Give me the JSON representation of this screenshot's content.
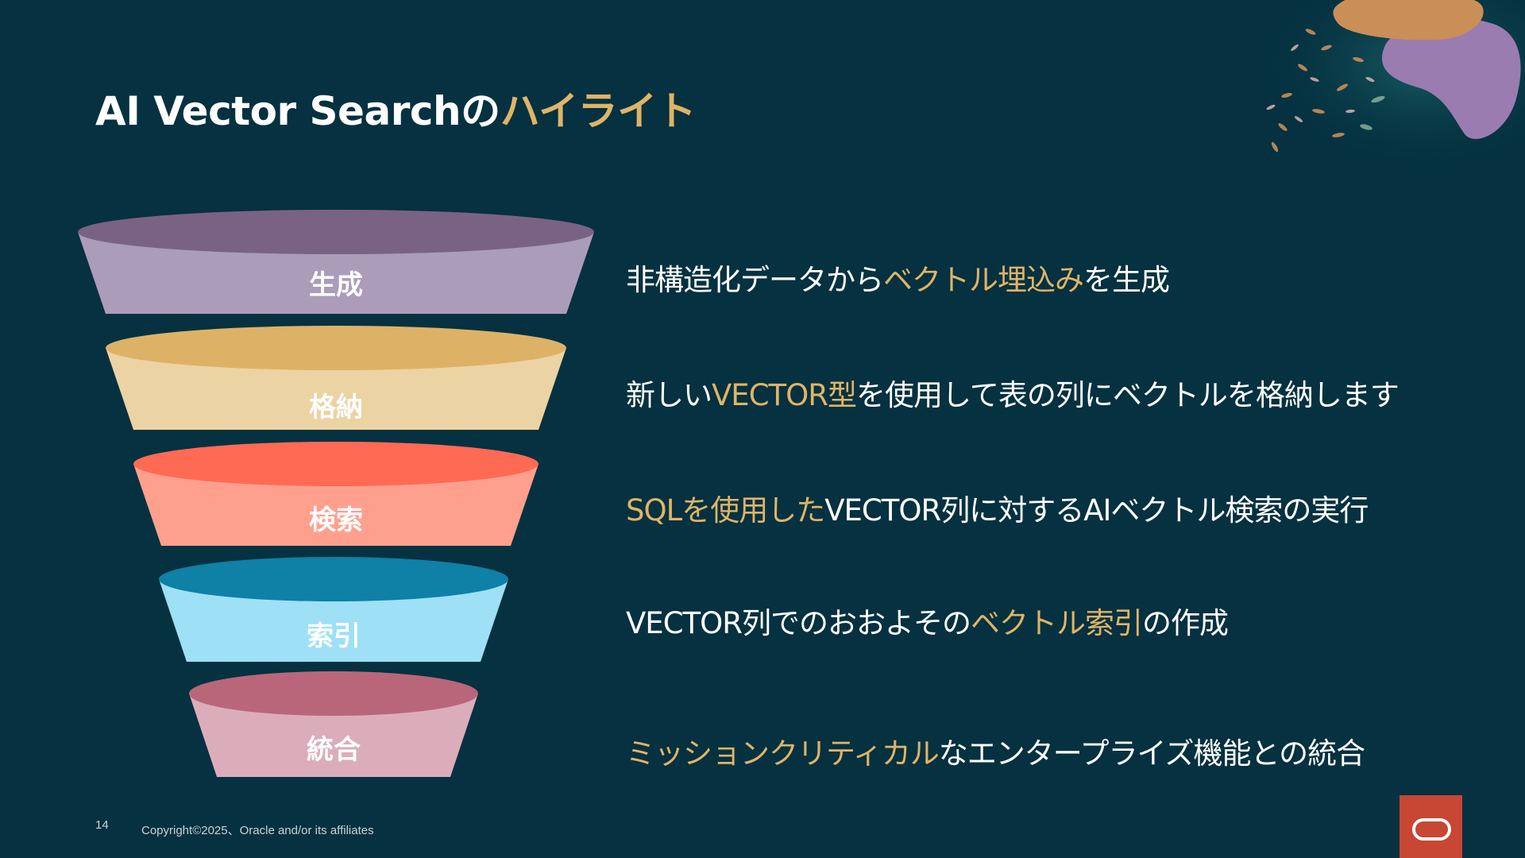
{
  "title": {
    "main": "AI Vector Search",
    "particle": "の",
    "highlight": "ハイライト"
  },
  "funnel_steps": [
    {
      "label": "生成",
      "color_top": "#7a6285",
      "color_body": "#ab9cb9"
    },
    {
      "label": "格納",
      "color_top": "#ddb267",
      "color_body": "#ecd3a3"
    },
    {
      "label": "検索",
      "color_top": "#ff6a55",
      "color_body": "#ffa08f"
    },
    {
      "label": "索引",
      "color_top": "#0f80a6",
      "color_body": "#9ee0f6"
    },
    {
      "label": "統合",
      "color_top": "#b9667b",
      "color_body": "#dbadbb"
    }
  ],
  "descriptions": [
    {
      "p1": "非構造化データから",
      "h1": "ベクトル埋込み",
      "p2": "を生成"
    },
    {
      "p1": "新しい",
      "h1": "VECTOR型",
      "p2": "を使用して表の列にベクトルを格納します"
    },
    {
      "h1": "SQLを使用した",
      "p2": "VECTOR列に対するAIベクトル検索の実行"
    },
    {
      "p1": "VECTOR列でのおおよその",
      "h1": "ベクトル索引",
      "p2": "の作成"
    },
    {
      "h1": "ミッションクリティカル",
      "p2": "なエンタープライズ機能との統合"
    }
  ],
  "footer": {
    "page_number": "14",
    "copyright": "Copyright©2025、Oracle and/or its affiliates"
  },
  "colors": {
    "background": "#053140",
    "highlight": "#dfb467",
    "logo": "#c74634"
  },
  "icons": {
    "logo": "oracle-logo-icon"
  }
}
